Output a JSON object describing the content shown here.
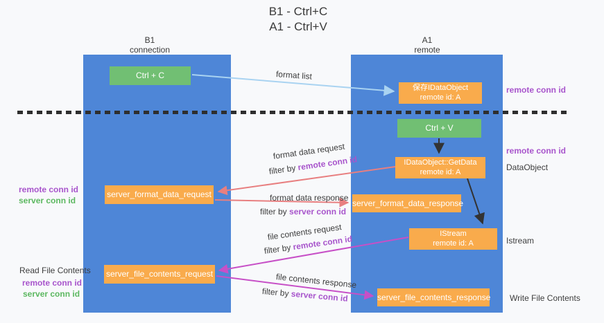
{
  "title": {
    "line1": "B1 - Ctrl+C",
    "line2": "A1 - Ctrl+V"
  },
  "lanes": {
    "left": {
      "title": "B1",
      "subtitle": "connection"
    },
    "right": {
      "title": "A1",
      "subtitle": "remote"
    }
  },
  "nodes": {
    "ctrl_c": {
      "label": "Ctrl + C"
    },
    "save_idataobject": {
      "line1": "保存IDataObject",
      "line2": "remote id: A"
    },
    "ctrl_v": {
      "label": "Ctrl + V"
    },
    "getdata": {
      "line1": "IDataObject::GetData",
      "line2": "remote id: A"
    },
    "format_request": {
      "label": "server_format_data_request"
    },
    "format_response": {
      "label": "server_format_data_response"
    },
    "istream": {
      "line1": "IStream",
      "line2": "remote id: A"
    },
    "file_request": {
      "label": "server_file_contents_request"
    },
    "file_response": {
      "label": "server_file_contents_response"
    }
  },
  "annotations": {
    "right_remote_conn_top": "remote conn id",
    "right_remote_conn_mid": "remote conn id",
    "right_dataobject": "DataObject",
    "right_istream": "Istream",
    "right_write_file": "Write File Contents",
    "left_remote_conn_1": "remote conn id",
    "left_server_conn_1": "server conn id",
    "left_read_file": "Read File Contents",
    "left_remote_conn_2": "remote conn id",
    "left_server_conn_2": "server conn id"
  },
  "edges": {
    "format_list": {
      "label": "format list"
    },
    "format_request": {
      "label": "format data request",
      "filter_prefix": "filter by",
      "filter_key": "remote conn id"
    },
    "format_response": {
      "label": "format data response",
      "filter_prefix": "filter by",
      "filter_key": "server conn id"
    },
    "file_request": {
      "label": "file contents request",
      "filter_prefix": "filter by",
      "filter_key": "remote conn id"
    },
    "file_response": {
      "label": "file contents response",
      "filter_prefix": "filter by",
      "filter_key": "server conn id"
    }
  },
  "colors": {
    "background": "#f8f9fb",
    "lane_blue": "#4e86d7",
    "box_green": "#71bf73",
    "box_orange": "#f9ab4c",
    "text_purple": "#a855cc",
    "text_green": "#5cb860",
    "arrow_salmon": "#e87f80",
    "arrow_magenta": "#c750c7",
    "arrow_lightblue": "#a9d3f1",
    "arrow_black": "#333333"
  }
}
